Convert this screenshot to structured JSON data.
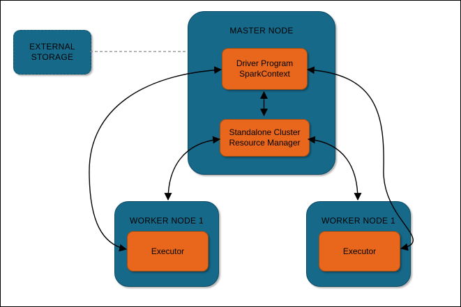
{
  "nodes": {
    "external_storage": {
      "line1": "EXTERNAL",
      "line2": "STORAGE"
    },
    "master": {
      "title": "MASTER NODE"
    },
    "driver": {
      "line1": "Driver Program",
      "line2": "SparkContext"
    },
    "resource_manager": {
      "line1": "Standalone Cluster",
      "line2": "Resource Manager"
    },
    "worker_left": {
      "title": "WORKER NODE 1",
      "executor_label": "Executor"
    },
    "worker_right": {
      "title": "WORKER NODE 1",
      "executor_label": "Executor"
    }
  },
  "edges": [
    {
      "from": "external-storage",
      "to": "master-node",
      "style": "dashed",
      "arrows": "none"
    },
    {
      "from": "driver-program",
      "to": "resource-manager",
      "style": "solid",
      "arrows": "both"
    },
    {
      "from": "resource-manager",
      "to": "worker-node-left",
      "style": "solid",
      "arrows": "both"
    },
    {
      "from": "resource-manager",
      "to": "worker-node-right",
      "style": "solid",
      "arrows": "both"
    },
    {
      "from": "driver-program",
      "to": "executor-left",
      "style": "solid",
      "arrows": "both"
    },
    {
      "from": "driver-program",
      "to": "executor-right",
      "style": "solid",
      "arrows": "both"
    }
  ],
  "colors": {
    "node_fill": "#17698a",
    "node_stroke": "#0b4a66",
    "box_fill": "#e8671c",
    "box_stroke": "#a34f10",
    "arrow": "#000000",
    "dash": "#8a8a8a",
    "text": "#000000"
  }
}
